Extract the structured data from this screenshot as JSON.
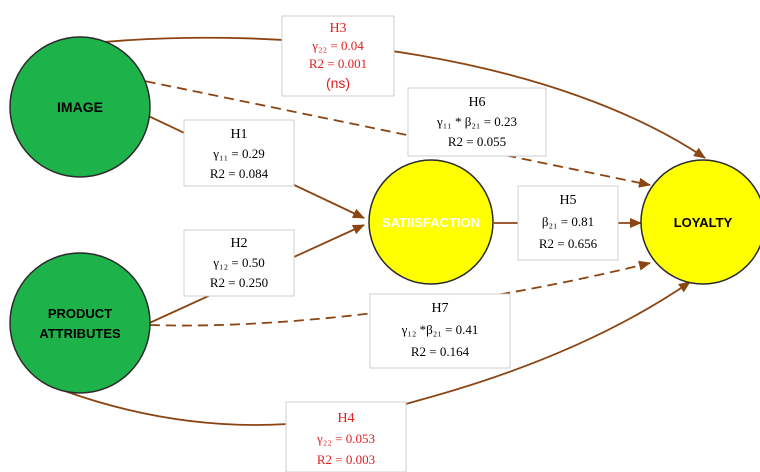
{
  "colors": {
    "arrow": "#8B4513",
    "green": "#1EB24A",
    "yellow": "#FFFF00",
    "red": "#E02020",
    "text": "#000000"
  },
  "nodes": {
    "image": {
      "label": "IMAGE"
    },
    "product": {
      "line1": "PRODUCT",
      "line2": "ATTRIBUTES"
    },
    "satisfaction": {
      "label": "SATIISFACTION"
    },
    "loyalty": {
      "label": "LOYALTY"
    }
  },
  "hypotheses": {
    "h1": {
      "title": "H1",
      "line1": "γ₁₁ = 0.29",
      "line2": "R2 = 0.084"
    },
    "h2": {
      "title": "H2",
      "line1": "γ₁₂ = 0.50",
      "line2": "R2 = 0.250"
    },
    "h3": {
      "title": "H3",
      "line1": "γ₂₂ = 0.04",
      "line2": "R2 = 0.001",
      "line3": "(ns)"
    },
    "h4": {
      "title": "H4",
      "line1": "γ₂₂ = 0.053",
      "line2": "R2 = 0.003"
    },
    "h5": {
      "title": "H5",
      "line1": "β₂₁ = 0.81",
      "line2": "R2 = 0.656"
    },
    "h6": {
      "title": "H6",
      "line1": "γ₁₁ * β₂₁ = 0.23",
      "line2": "R2 = 0.055"
    },
    "h7": {
      "title": "H7",
      "line1": "γ₁₂ *β₂₁ = 0.41",
      "line2": "R2 = 0.164"
    }
  }
}
